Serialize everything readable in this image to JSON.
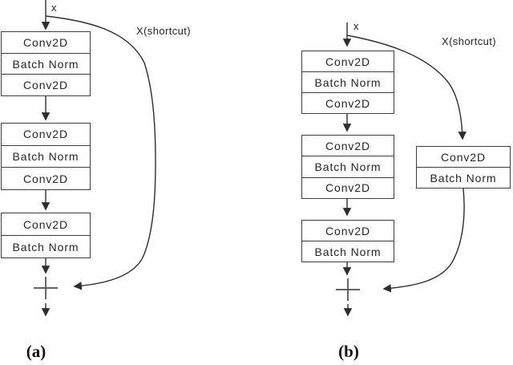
{
  "figure": {
    "panels": {
      "a": {
        "caption": "(a)",
        "input_label": "x",
        "shortcut_label": "X(shortcut)",
        "merge_symbol": "+",
        "groups": [
          {
            "rows": [
              "Conv2D",
              "Batch Norm",
              "Conv2D"
            ]
          },
          {
            "rows": [
              "Conv2D",
              "Batch Norm",
              "Conv2D"
            ]
          },
          {
            "rows": [
              "Conv2D",
              "Batch Norm"
            ]
          }
        ]
      },
      "b": {
        "caption": "(b)",
        "input_label": "x",
        "shortcut_label": "X(shortcut)",
        "merge_symbol": "+",
        "groups": [
          {
            "rows": [
              "Conv2D",
              "Batch Norm",
              "Conv2D"
            ]
          },
          {
            "rows": [
              "Conv2D",
              "Batch Norm",
              "Conv2D"
            ]
          },
          {
            "rows": [
              "Conv2D",
              "Batch Norm"
            ]
          }
        ],
        "shortcut_branch": {
          "rows": [
            "Conv2D",
            "Batch Norm"
          ]
        }
      }
    },
    "colors": {
      "line": "#2e2e2e",
      "box_border": "#3d3d3d",
      "box_fill": "#ffffff",
      "text": "#262626",
      "background": "#ffffff"
    }
  }
}
